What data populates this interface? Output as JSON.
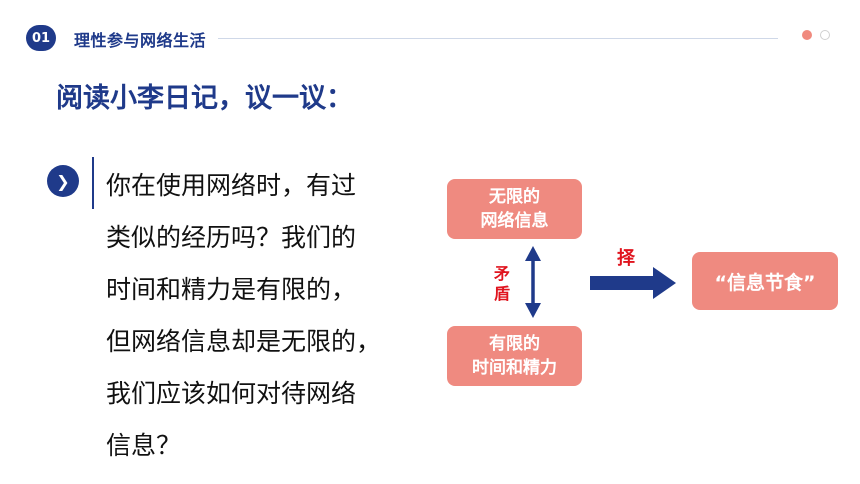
{
  "header": {
    "badge": "01",
    "section_title": "理性参与网络生活"
  },
  "page_title": "阅读小李日记，议一议：",
  "question": {
    "lines": [
      "你在使用网络时，有过",
      "类似的经历吗？我们的",
      "时间和精力是有限的，",
      "但网络信息却是无限的，",
      "我们应该如何对待网络",
      "信息？"
    ]
  },
  "diagram": {
    "top_box": [
      "无限的",
      "网络信息"
    ],
    "bottom_box": [
      "有限的",
      "时间和精力"
    ],
    "conflict_label": [
      "矛",
      "盾"
    ],
    "choose_label": "择",
    "result_box": "“信息节食”"
  },
  "colors": {
    "primary": "#1f3a8a",
    "box": "#ef8a80",
    "accent_red": "#e0141e"
  }
}
